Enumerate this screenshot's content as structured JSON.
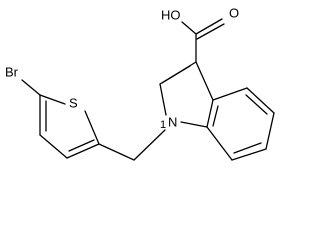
{
  "molecule": {
    "atoms": {
      "hydroxyl": "HO",
      "carbonyl_oxygen": "O",
      "sulfur": "S",
      "bromine": "Br",
      "indole_nitrogen": "N",
      "nitrogen_locant": "1"
    },
    "colors": {
      "bond": "#000000",
      "label": "#000000",
      "background": "#ffffff"
    }
  }
}
